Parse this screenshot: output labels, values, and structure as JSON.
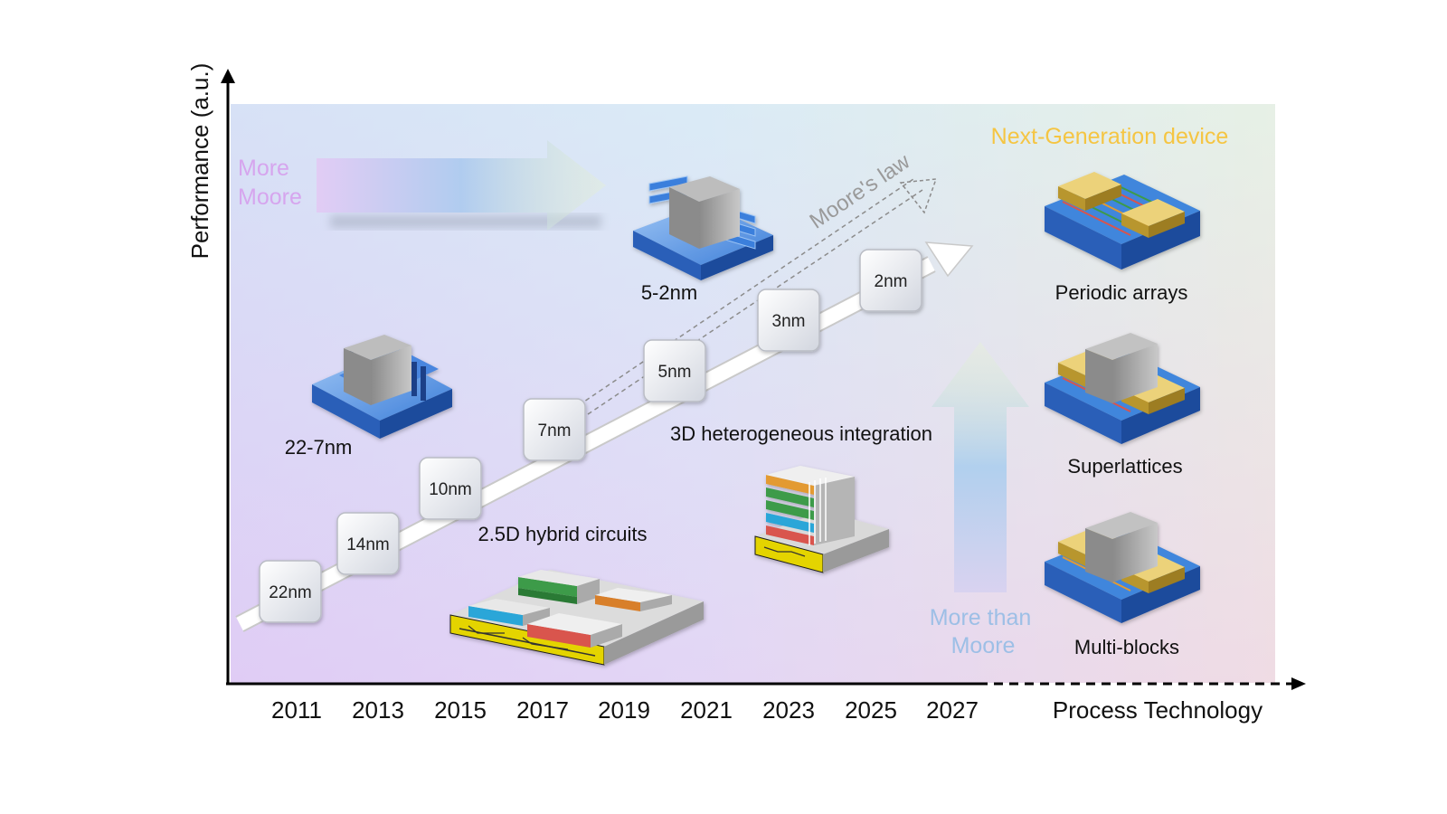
{
  "axes": {
    "y_label": "Performance (a.u.)",
    "x_label": "Process Technology",
    "years": [
      "2011",
      "2013",
      "2015",
      "2017",
      "2019",
      "2021",
      "2023",
      "2025",
      "2027"
    ]
  },
  "regions": {
    "more_moore": [
      "More",
      "Moore"
    ],
    "more_than_moore": [
      "More than",
      "Moore"
    ],
    "next_generation": "Next-Generation device",
    "moores_law": "Moore's law"
  },
  "nodes": [
    "22nm",
    "14nm",
    "10nm",
    "7nm",
    "5nm",
    "3nm",
    "2nm"
  ],
  "devices": {
    "finfet": "22-7nm",
    "gaa": "5-2nm"
  },
  "integration": {
    "hybrid_2_5d": "2.5D hybrid circuits",
    "hetero_3d": "3D heterogeneous integration"
  },
  "next_gen": {
    "periodic": "Periodic arrays",
    "superlattices": "Superlattices",
    "multiblocks": "Multi-blocks"
  },
  "colors": {
    "more_moore": "#c9a8ee",
    "more_than_moore": "#9bbde8",
    "next_generation": "#f5c542",
    "blue_substrate": "#2f6fd1",
    "gold": "#d9b84a"
  }
}
